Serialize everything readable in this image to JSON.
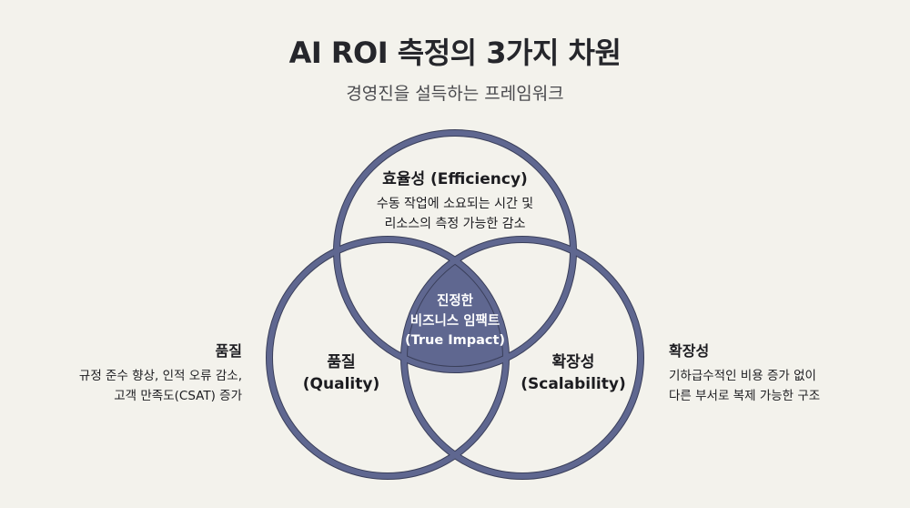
{
  "header": {
    "title": "AI ROI 측정의 3가지 차원",
    "subtitle": "경영진을 설득하는 프레임워크"
  },
  "colors": {
    "background": "#f3f2ec",
    "circle_stroke": "#5f6790",
    "circle_outline": "#3a3f5a",
    "center_fill": "#5f6790",
    "text": "#1c1c20",
    "center_text": "#ffffff"
  },
  "venn": {
    "efficiency": {
      "title": "효율성 (Efficiency)",
      "desc_line1": "수동 작업에 소요되는 시간 및",
      "desc_line2": "리소스의 측정 가능한 감소"
    },
    "quality": {
      "title_ko": "품질",
      "title_en": "(Quality)"
    },
    "scalability": {
      "title_ko": "확장성",
      "title_en": "(Scalability)"
    },
    "center": {
      "line1": "진정한",
      "line2": "비즈니스 임팩트",
      "line3": "(True Impact)"
    }
  },
  "side_labels": {
    "quality": {
      "title": "품질",
      "desc_line1": "규정 준수 향상, 인적 오류 감소,",
      "desc_line2": "고객 만족도(CSAT) 증가"
    },
    "scalability": {
      "title": "확장성",
      "desc_line1": "기하급수적인 비용 증가 없이",
      "desc_line2": "다른 부서로 복제 가능한 구조"
    }
  }
}
